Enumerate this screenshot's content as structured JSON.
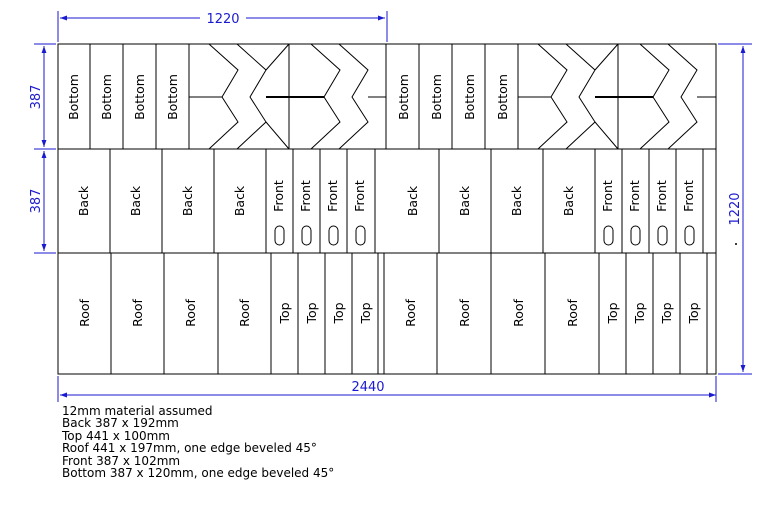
{
  "dimensions": {
    "top_width": "1220",
    "bottom_width": "2440",
    "row1_height": "387",
    "row2_height": "387",
    "right_height": "1220"
  },
  "labels": {
    "bottom": "Bottom",
    "back": "Back",
    "front": "Front",
    "roof": "Roof",
    "top": "Top"
  },
  "notes": [
    "12mm material assumed",
    "Back 387 x 192mm",
    "Top 441 x 100mm",
    "Roof 441 x 197mm, one edge beveled 45°",
    "Front 387 x 102mm",
    "Bottom 387 x 120mm, one edge beveled 45°"
  ],
  "colors": {
    "line": "#000000",
    "dimension": "#1a1ad0"
  }
}
